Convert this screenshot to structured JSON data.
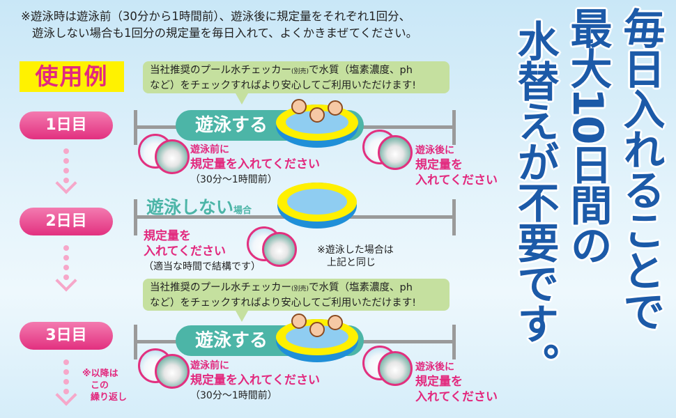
{
  "note": {
    "line1": "※遊泳時は遊泳前（30分から1時間前）、遊泳後に規定量をそれぞれ1回分、",
    "line2": "遊泳しない場合も1回分の規定量を毎日入れて、よくかきまぜてください。"
  },
  "usage_label": "使用例",
  "checker_bubble": {
    "part1": "当社推奨のプール水チェッカー",
    "sold_separately": "(別売)",
    "part2": "で水質（塩素濃度、ph",
    "line2": "など）をチェックすればより安心してご利用いただけます!"
  },
  "days": [
    {
      "label": "1日目"
    },
    {
      "label": "2日目"
    },
    {
      "label": "3日目"
    }
  ],
  "swim": {
    "label": "遊泳する",
    "before_title": "遊泳前に",
    "before_action": "規定量を入れてください",
    "before_timing": "（30分～1時間前）",
    "after_title": "遊泳後に",
    "after_line1": "規定量を",
    "after_line2": "入れてください"
  },
  "no_swim": {
    "label": "遊泳しない",
    "label_suffix": "場合",
    "action_line1": "規定量を",
    "action_line2": "入れてください",
    "timing": "（適当な時間で結構です）",
    "note_line1": "※遊泳した場合は",
    "note_line2": "上記と同じ"
  },
  "repeat_note": {
    "line1": "※以降は",
    "line2": "この",
    "line3": "繰り返し"
  },
  "headline": {
    "col1": "毎日入れることで",
    "col2": "最大10日間の",
    "col3": "水替えが不要です。"
  },
  "colors": {
    "accent_pink": "#e2297e",
    "teal": "#4cb5a7",
    "headline_blue": "#1c5aa8"
  }
}
